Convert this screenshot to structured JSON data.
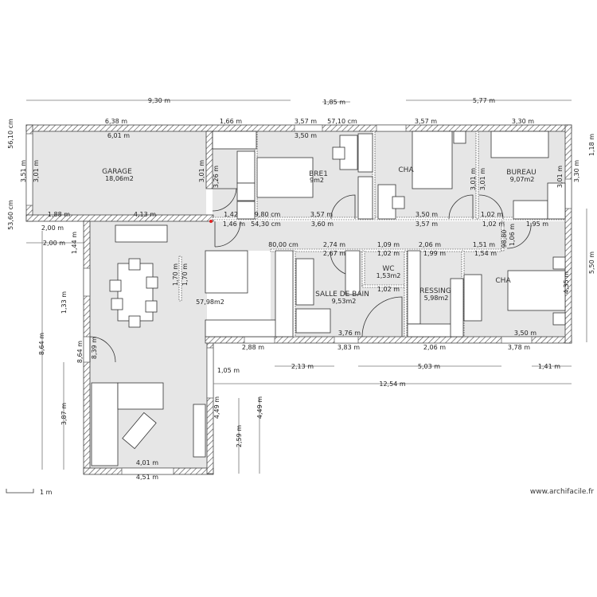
{
  "rooms": {
    "garage": {
      "name": "GARAGE",
      "area": "18,06m2"
    },
    "chambre1": {
      "name": "BRE1",
      "area": "9m2"
    },
    "chambre2": {
      "name": "CHA"
    },
    "bureau": {
      "name": "BUREAU",
      "area": "9,07m2"
    },
    "salle_de_bain": {
      "name": "SALLE DE BAIN",
      "area": "9,53m2"
    },
    "wc": {
      "name": "WC",
      "area": "1,53m2"
    },
    "dressing": {
      "name": "RESSING",
      "area": "5,98m2"
    },
    "chambre3": {
      "name": "CHA"
    },
    "sejour": {
      "area": "57,98m2"
    }
  },
  "dims": {
    "top": [
      "9,30 m",
      "1,85 m",
      "5,77 m"
    ],
    "top_outer": [
      "6,38 m",
      "1,66 m",
      "3,57 m",
      "57,10 cm",
      "3,57 m",
      "3,30 m"
    ],
    "top_inner": [
      "6,01 m",
      "3,50 m"
    ],
    "garage_side": [
      "56,10 cm",
      "3,51 m",
      "3,01 m",
      "53,60 cm",
      "3,01 m",
      "3,26 m"
    ],
    "row1": [
      "1,88 m",
      "4,13 m",
      "1,42",
      "9,80 cm",
      "3,57 m",
      "3,50 m",
      "1,02 m"
    ],
    "row2": [
      "1,46 m",
      "54,30 cm",
      "3,60 m",
      "3,57 m",
      "1,02 m",
      "1,95 m"
    ],
    "living_top": [
      "2,00 m",
      "2,00 m",
      "1,44 m"
    ],
    "bureau_side": [
      "3,01 m",
      "3,01 m",
      "3,01 m"
    ],
    "right_side": [
      "1,18 m",
      "3,30 m",
      "5,50 m",
      "4,35 m"
    ],
    "corridor1": [
      "80,00 cm",
      "2,74 m",
      "1,09 m",
      "2,06 m",
      "1,51 m",
      "98,80",
      "1,06 m"
    ],
    "corridor2": [
      "2,67 m",
      "1,02 m",
      "1,99 m",
      "1,54 m"
    ],
    "wc_inner": [
      "1,02 m"
    ],
    "sejour_inner": [
      "1,70 m",
      "1,70 m"
    ],
    "bottom_inner": [
      "3,76 m",
      "3,50 m"
    ],
    "bottom_outer": [
      "2,88 m",
      "3,83 m",
      "2,06 m",
      "3,78 m"
    ],
    "bottom_dims": [
      "2,13 m",
      "5,03 m",
      "1,41 m",
      "1,05 m",
      "12,54 m"
    ],
    "living_side": [
      "1,33 m",
      "8,64 m",
      "8,64 m",
      "8,39 m",
      "3,87 m",
      "4,49 m",
      "4,49 m",
      "2,59 m"
    ],
    "living_bottom": [
      "4,01 m",
      "4,51 m"
    ]
  },
  "scale_label": "1 m",
  "watermark": "www.archifacile.fr",
  "colors": {
    "floor": "#e6e6e6",
    "wall": "#555555",
    "accent": "#e02020"
  }
}
